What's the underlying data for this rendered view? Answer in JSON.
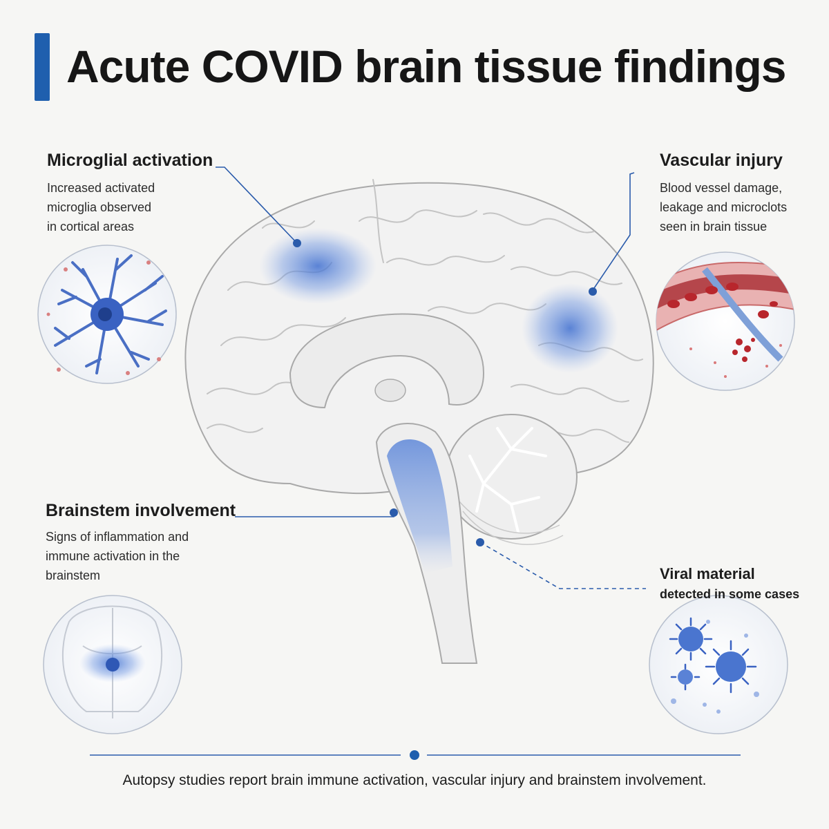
{
  "title": "Acute COVID brain tissue findings",
  "findings": {
    "microglial": {
      "title": "Microglial activation",
      "description": "Increased activated\nmicroglia observed\nin cortical areas"
    },
    "vascular": {
      "title": "Vascular injury",
      "description": "Blood vessel damage,\nleakage and microclots\nseen in brain tissue"
    },
    "brainstem": {
      "title": "Brainstem involvement",
      "description": "Signs of inflammation and\nimmune activation in the\nbrainstem"
    },
    "viral": {
      "title": "Viral material",
      "description": "detected in some cases"
    }
  },
  "footer": "Autopsy studies report brain immune activation, vascular injury and brainstem involvement.",
  "colors": {
    "accent": "#1f5fae",
    "highlight": "#4a7fd6",
    "blood": "#b8262c",
    "background": "#f6f6f4"
  },
  "icons": {
    "microglia": "microglia-cell-icon",
    "vessel": "damaged-blood-vessel-icon",
    "brainstem": "brainstem-cross-section-icon",
    "virus": "virus-particles-icon"
  }
}
